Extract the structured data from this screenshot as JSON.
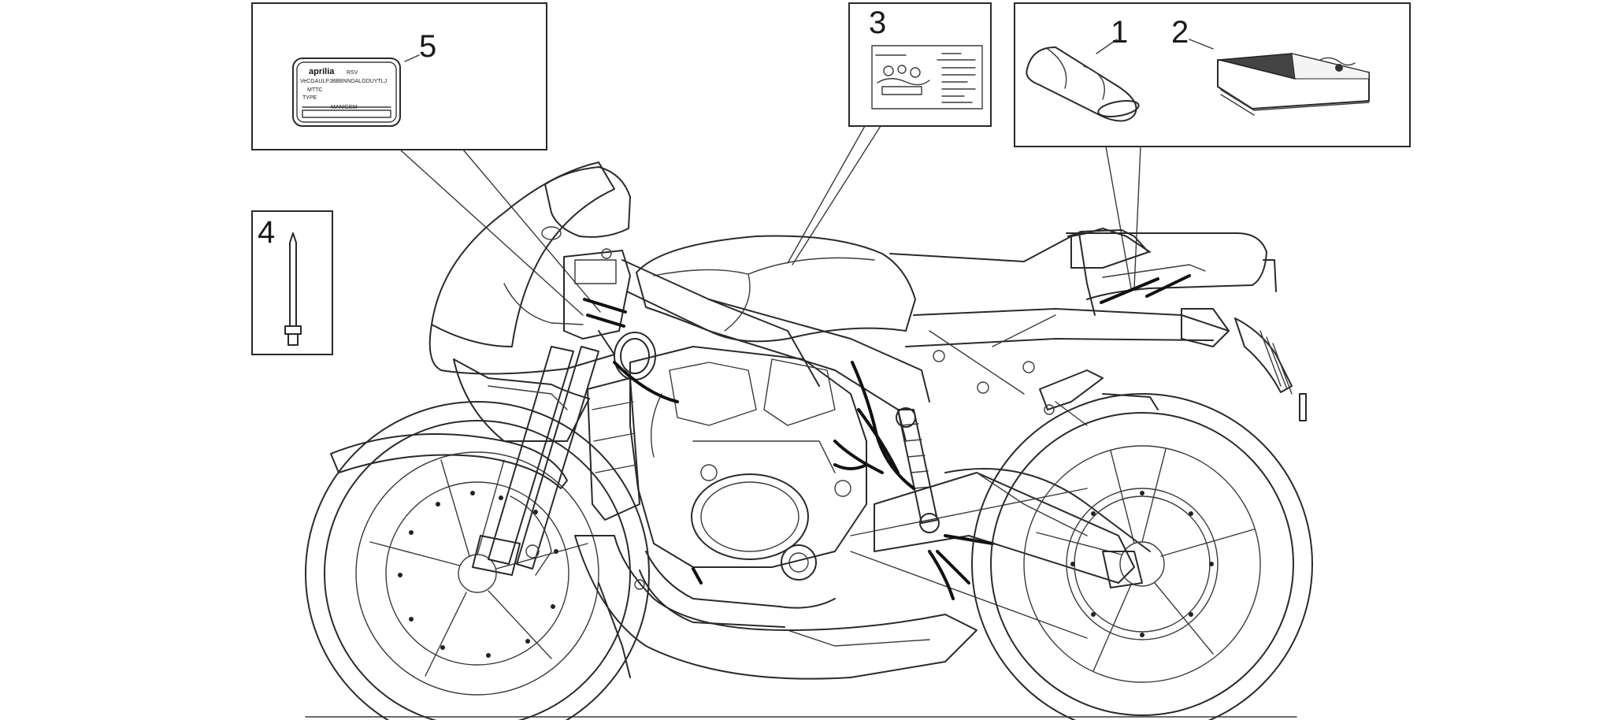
{
  "callouts": [
    {
      "id": "1",
      "label": "1"
    },
    {
      "id": "2",
      "label": "2"
    },
    {
      "id": "3",
      "label": "3"
    },
    {
      "id": "4",
      "label": "4"
    },
    {
      "id": "5",
      "label": "5"
    }
  ],
  "plate_label": {
    "brand": "aprilia",
    "model": "RSV",
    "vin_line": "VeCGAULPJBBBNNDALGDUYTLJ",
    "mtc_line": "MTTC",
    "type_line": "TYPE",
    "footer": "MANIGEM"
  },
  "colors": {
    "ink": "#2a2a2a",
    "background": "#ffffff"
  }
}
